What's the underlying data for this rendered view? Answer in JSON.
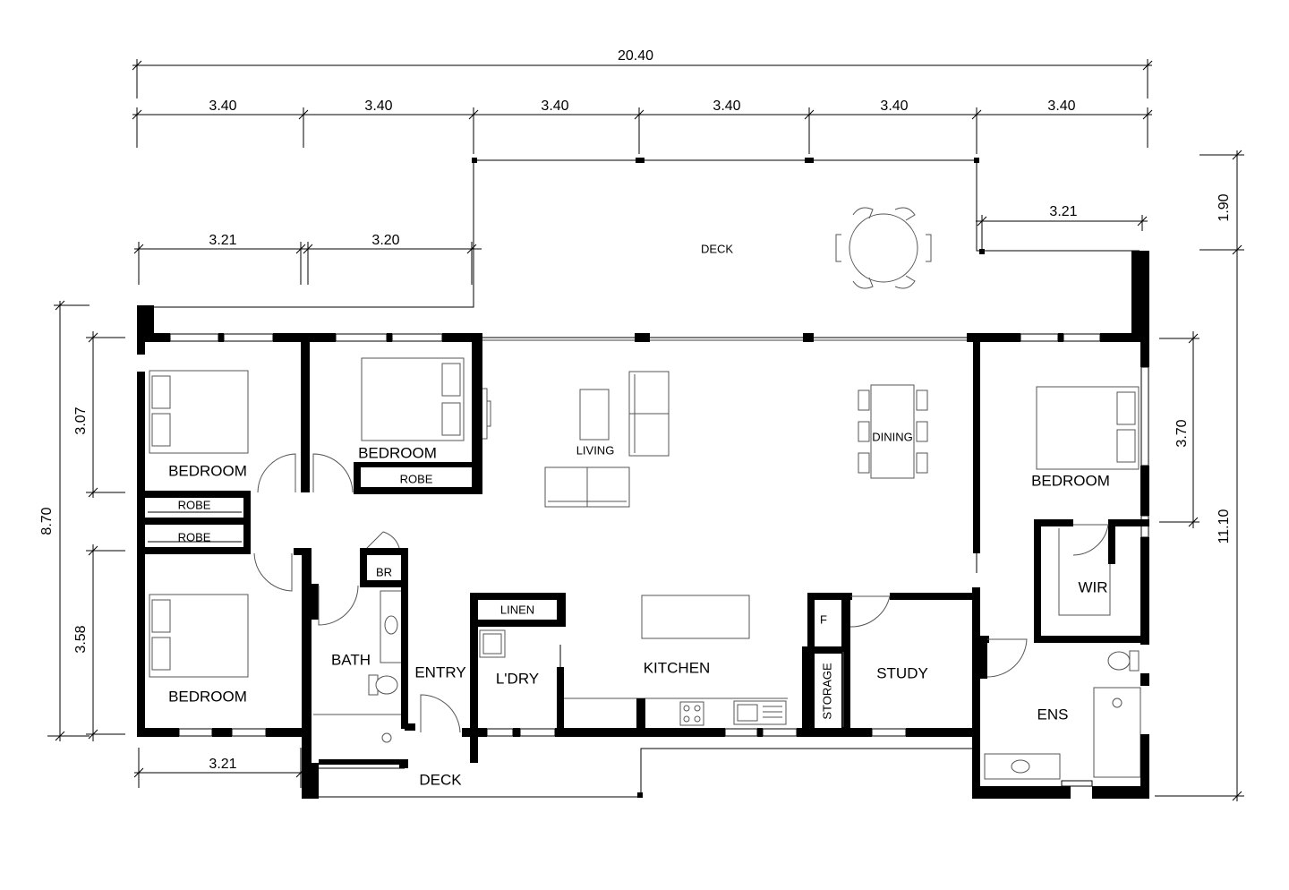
{
  "dimensions": {
    "overall_top": "20.40",
    "top_bays": [
      "3.40",
      "3.40",
      "3.40",
      "3.40",
      "3.40",
      "3.40"
    ],
    "deck_right_depth": "1.90",
    "deck_right_width": "3.21",
    "left_room_width_a": "3.21",
    "left_room_width_b": "3.20",
    "left_overall_depth": "8.70",
    "left_bedroom_top": "3.07",
    "left_bedroom_bottom": "3.58",
    "right_bedroom_depth": "3.70",
    "right_overall_depth": "11.10",
    "bottom_bedroom_width": "3.21"
  },
  "rooms": {
    "deck_top": "DECK",
    "deck_bottom": "DECK",
    "bedroom_top_left": "BEDROOM",
    "bedroom_top_mid": "BEDROOM",
    "bedroom_bottom_left": "BEDROOM",
    "bedroom_right": "BEDROOM",
    "robe_mid": "ROBE",
    "robe_left_1": "ROBE",
    "robe_left_2": "ROBE",
    "living": "LIVING",
    "dining": "DINING",
    "kitchen": "KITCHEN",
    "bath": "BATH",
    "br": "BR",
    "entry": "ENTRY",
    "laundry": "L'DRY",
    "linen": "LINEN",
    "fridge": "F",
    "storage": "STORAGE",
    "study": "STUDY",
    "wir": "WIR",
    "ensuite": "ENS"
  }
}
